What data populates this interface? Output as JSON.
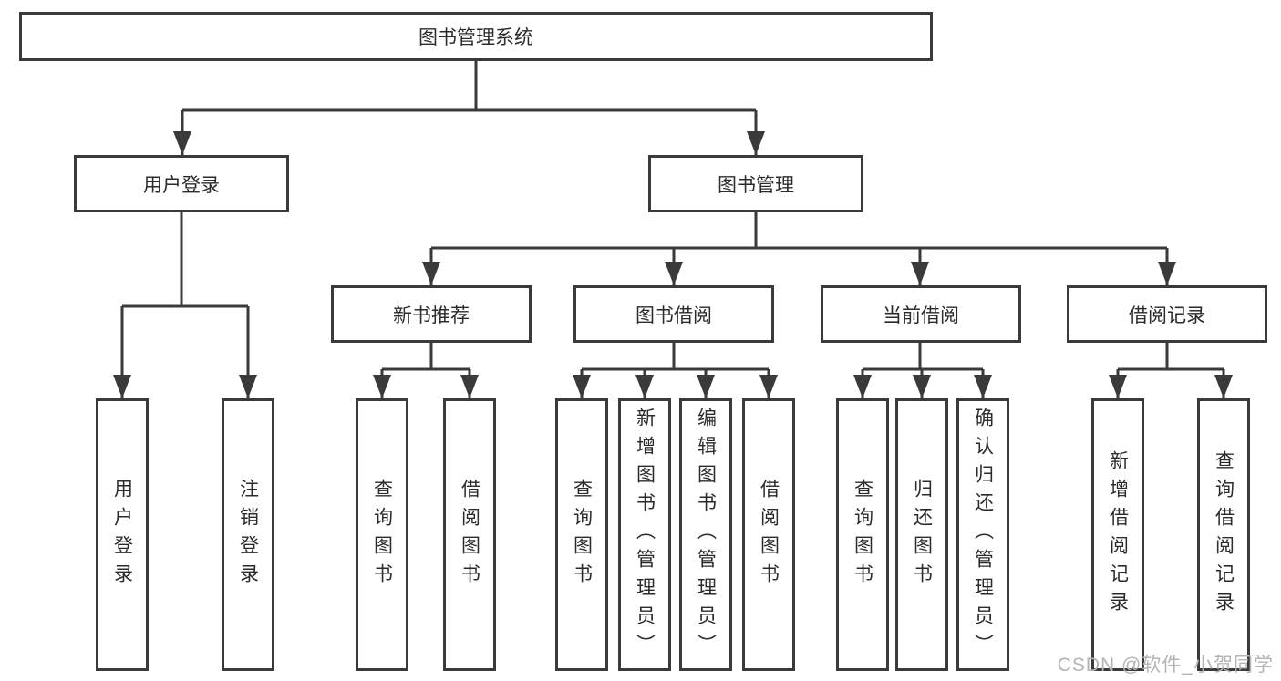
{
  "colors": {
    "line": "#3a3a3a",
    "text": "#2b2b2b",
    "box_fill": "#ffffff",
    "background": "#ffffff",
    "watermark": "#b4b4b4"
  },
  "watermark": {
    "text": "CSDN @软件_小贺同学"
  },
  "diagram": {
    "root": {
      "label": "图书管理系统"
    },
    "branches": [
      {
        "label": "用户登录",
        "children": [
          {
            "label": "用户登录"
          },
          {
            "label": "注销登录"
          }
        ]
      },
      {
        "label": "图书管理",
        "children": [
          {
            "label": "新书推荐",
            "children": [
              {
                "label": "查询图书"
              },
              {
                "label": "借阅图书"
              }
            ]
          },
          {
            "label": "图书借阅",
            "children": [
              {
                "label": "查询图书"
              },
              {
                "label": "新增图书（管理员）"
              },
              {
                "label": "编辑图书（管理员）"
              },
              {
                "label": "借阅图书"
              }
            ]
          },
          {
            "label": "当前借阅",
            "children": [
              {
                "label": "查询图书"
              },
              {
                "label": "归还图书"
              },
              {
                "label": "确认归还（管理员）"
              }
            ]
          },
          {
            "label": "借阅记录",
            "children": [
              {
                "label": "新增借阅记录"
              },
              {
                "label": "查询借阅记录"
              }
            ]
          }
        ]
      }
    ]
  }
}
